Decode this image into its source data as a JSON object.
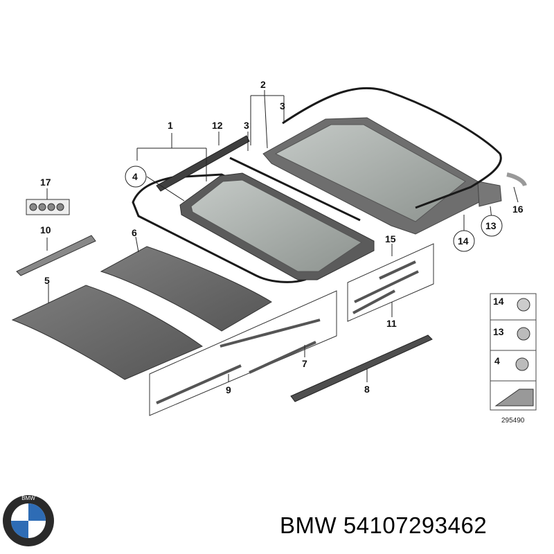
{
  "diagram": {
    "callouts": {
      "n1": "1",
      "n2": "2",
      "n3a": "3",
      "n3b": "3",
      "n4": "4",
      "n5": "5",
      "n6": "6",
      "n7": "7",
      "n8": "8",
      "n9": "9",
      "n10": "10",
      "n11": "11",
      "n12": "12",
      "n13": "13",
      "n14": "14",
      "n15": "15",
      "n16": "16",
      "n17": "17"
    },
    "legend": {
      "l14": "14",
      "l13": "13",
      "l4": "4"
    },
    "figure_number": "295490"
  },
  "footer": {
    "logo_text": "BMW",
    "caption": "BMW 54107293462"
  },
  "colors": {
    "glass": "#a4aaa6",
    "frame": "#5f5f5f",
    "liner": "#6b6b6b",
    "line": "#222222",
    "logo_blue": "#2e6cb5"
  }
}
